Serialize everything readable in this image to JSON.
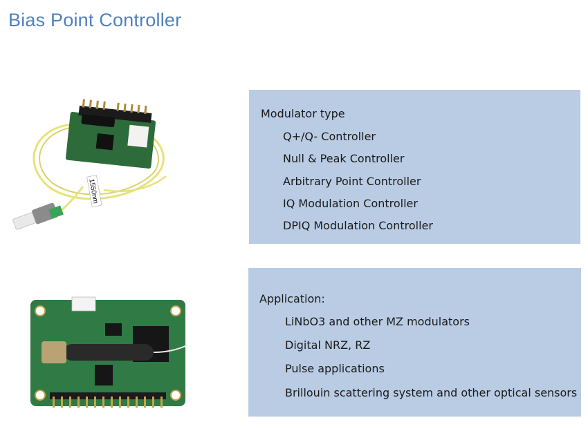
{
  "title": "Bias Point Controller",
  "modulator": {
    "heading": "Modulator type",
    "items": [
      "Q+/Q- Controller",
      "Null & Peak Controller",
      "Arbitrary Point Controller",
      "IQ Modulation Controller",
      "DPIQ Modulation Controller"
    ]
  },
  "application": {
    "heading": "Application:",
    "items": [
      "LiNbO3 and other MZ modulators",
      "Digital NRZ, RZ",
      "Pulse applications",
      "Brillouin scattering system and other optical sensors"
    ]
  },
  "controller_photo": {
    "fiber_label": "1550nm"
  },
  "colors": {
    "title": "#4f81bd",
    "panel": "#b9cce4",
    "pcb": "#2e6b3a",
    "fiber": "#e7e27a"
  }
}
